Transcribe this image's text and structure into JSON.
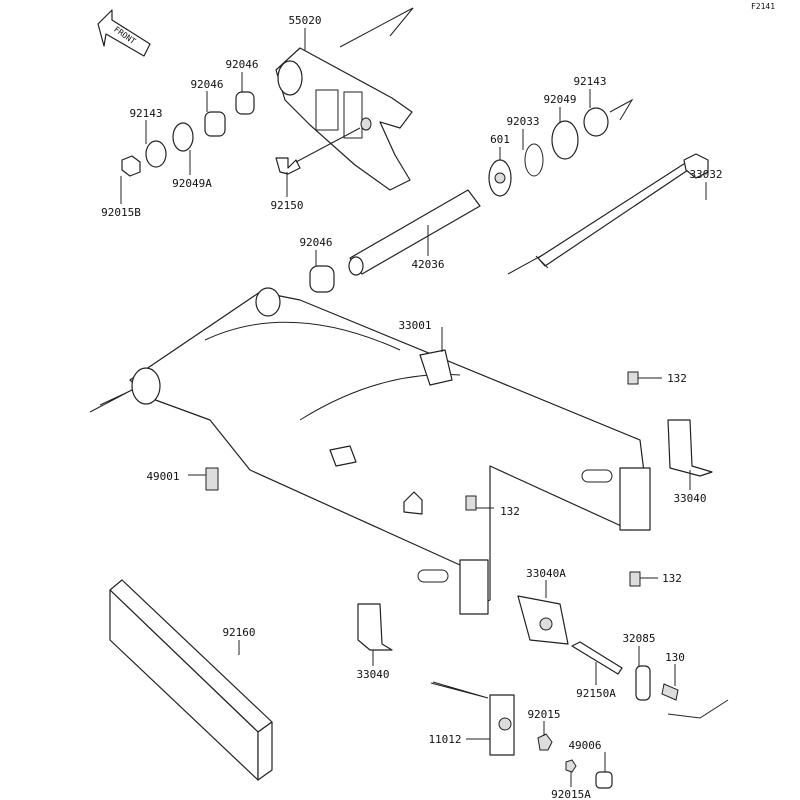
{
  "diagram_code": "F2141",
  "front_marker": "FRONT",
  "parts": [
    {
      "id": "chain-guide",
      "label": "55020"
    },
    {
      "id": "bearing-upper-1",
      "label": "92046"
    },
    {
      "id": "bearing-upper-2",
      "label": "92046"
    },
    {
      "id": "collar-left",
      "label": "92143"
    },
    {
      "id": "seal-left",
      "label": "92049A"
    },
    {
      "id": "nut-left",
      "label": "92015B"
    },
    {
      "id": "bolt-guide",
      "label": "92150"
    },
    {
      "id": "circlip",
      "label": "92033"
    },
    {
      "id": "ball-bearing",
      "label": "601"
    },
    {
      "id": "seal-right",
      "label": "92049"
    },
    {
      "id": "collar-right",
      "label": "92143"
    },
    {
      "id": "pivot-shaft",
      "label": "33032"
    },
    {
      "id": "bearing-lower",
      "label": "92046"
    },
    {
      "id": "sleeve",
      "label": "42036"
    },
    {
      "id": "swingarm",
      "label": "33001"
    },
    {
      "id": "bolt-top-right",
      "label": "132"
    },
    {
      "id": "grease-fitting",
      "label": "49001"
    },
    {
      "id": "bolt-middle",
      "label": "132"
    },
    {
      "id": "chain-adjuster-right",
      "label": "33040"
    },
    {
      "id": "bolt-bottom-right",
      "label": "132"
    },
    {
      "id": "adjuster-plate",
      "label": "33040A"
    },
    {
      "id": "chain-slipper",
      "label": "92160"
    },
    {
      "id": "chain-adjuster-left",
      "label": "33040"
    },
    {
      "id": "bracket",
      "label": "32085"
    },
    {
      "id": "bolt-bracket",
      "label": "130"
    },
    {
      "id": "adjuster-bolt",
      "label": "92150A"
    },
    {
      "id": "nut",
      "label": "92015"
    },
    {
      "id": "block",
      "label": "11012"
    },
    {
      "id": "cap",
      "label": "49006"
    },
    {
      "id": "nut-small",
      "label": "92015A"
    }
  ]
}
